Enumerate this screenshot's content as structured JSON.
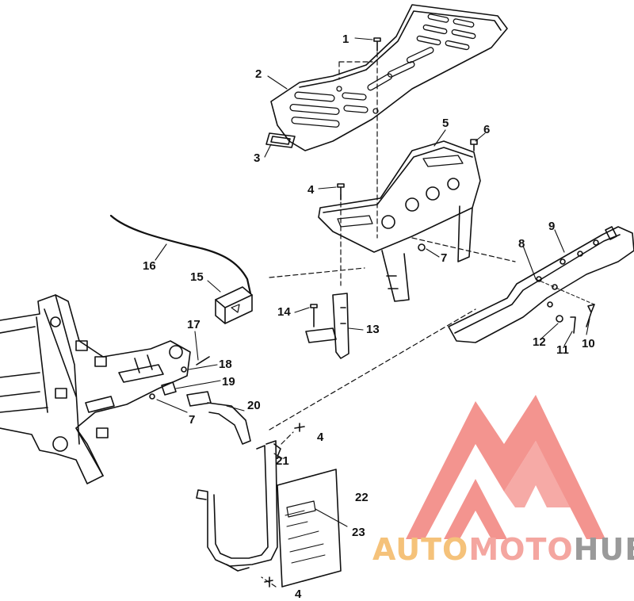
{
  "callouts": {
    "c1": "1",
    "c2": "2",
    "c3": "3",
    "c4a": "4",
    "c4b": "4",
    "c4c": "4",
    "c5": "5",
    "c6": "6",
    "c7a": "7",
    "c7b": "7",
    "c8": "8",
    "c9": "9",
    "c10": "10",
    "c11": "11",
    "c12": "12",
    "c13": "13",
    "c14": "14",
    "c15": "15",
    "c16": "16",
    "c17": "17",
    "c18": "18",
    "c19": "19",
    "c20": "20",
    "c21": "21",
    "c22": "22",
    "c23": "23"
  },
  "watermark": {
    "part1": "AUTO",
    "part2": "MOTO",
    "part3": "HUB",
    "color_part1": "#F5C27A",
    "color_part2": "#F4A6A0",
    "color_part3": "#9A9A9A",
    "emblem_color": "#F28B86"
  },
  "colors": {
    "line": "#111111",
    "background": "#ffffff"
  }
}
